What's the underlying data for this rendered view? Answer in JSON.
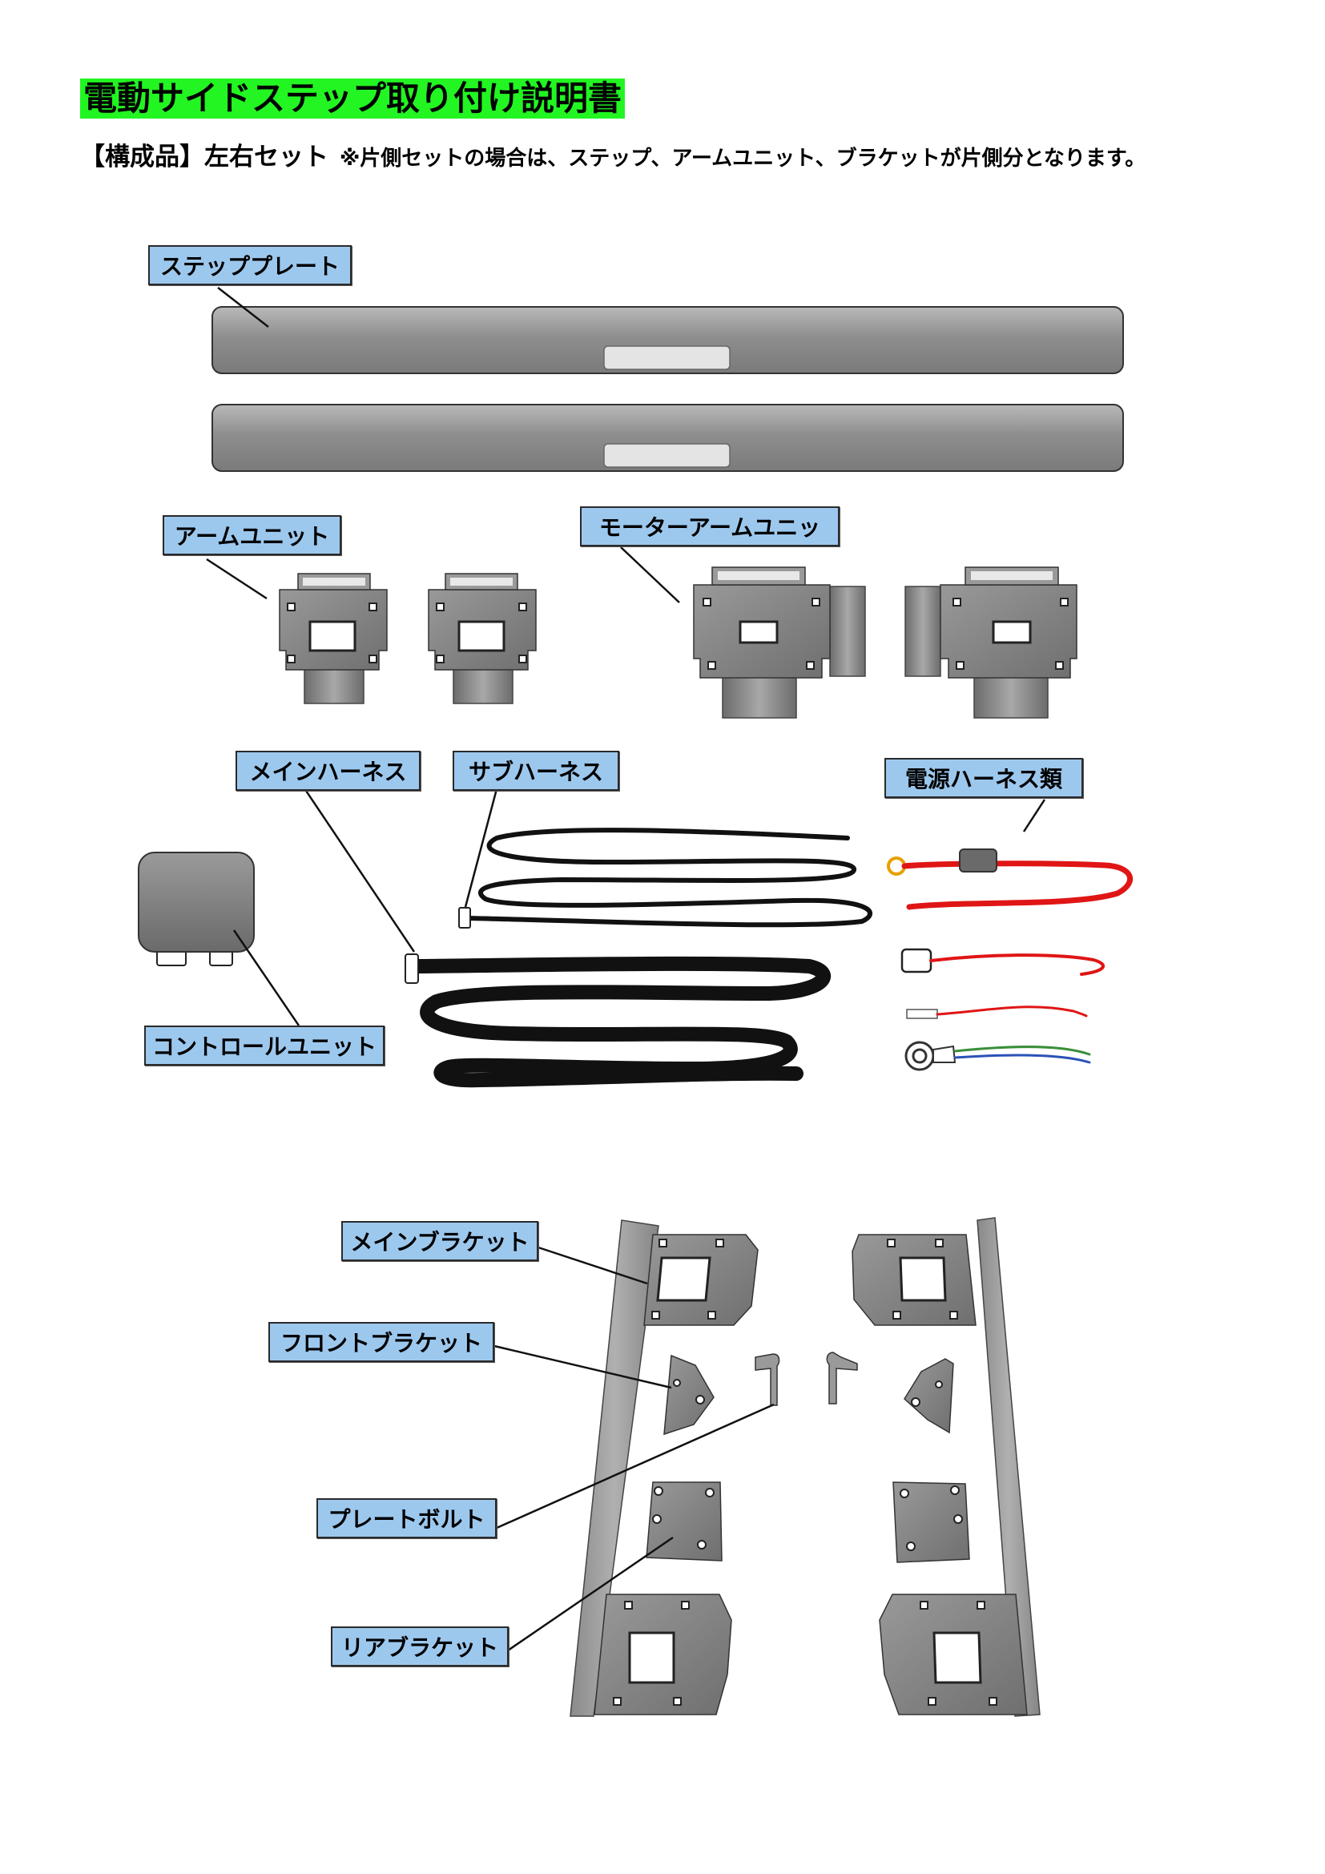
{
  "title": "電動サイドステップ取り付け説明書",
  "components": {
    "heading": "【構成品】左右セット",
    "note": "※片側セットの場合は、ステップ、アームユニット、ブラケットが片側分となります。"
  },
  "labels": {
    "step_plate": "ステッププレート",
    "arm_unit": "アームユニット",
    "motor_arm_unit": "モーターアームユニッ",
    "main_harness": "メインハーネス",
    "sub_harness": "サブハーネス",
    "power_harness": "電源ハーネス類",
    "control_unit": "コントロールユニット",
    "main_bracket": "メインブラケット",
    "front_bracket": "フロントブラケット",
    "plate_bolt": "プレートボルト",
    "rear_bracket": "リアブラケット"
  },
  "colors": {
    "title_highlight": "#22f522",
    "label_fill": "#9dc8ee",
    "part_gray": "#8c8c8c",
    "power_wire": "#e01515",
    "ground_wire_green": "#3a8f3a",
    "ground_wire_blue": "#2a52b8"
  }
}
